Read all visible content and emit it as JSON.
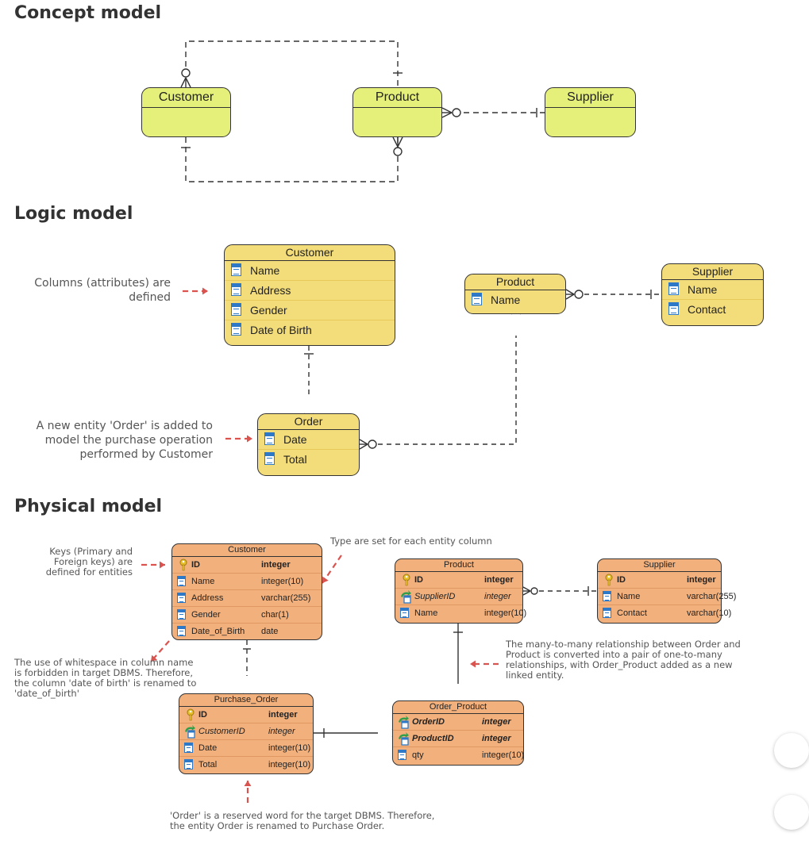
{
  "headings": {
    "concept": "Concept model",
    "logic": "Logic model",
    "physical": "Physical model"
  },
  "concept": {
    "customer": "Customer",
    "product": "Product",
    "supplier": "Supplier"
  },
  "logic": {
    "customer": {
      "title": "Customer",
      "columns": [
        "Name",
        "Address",
        "Gender",
        "Date of Birth"
      ]
    },
    "product": {
      "title": "Product",
      "columns": [
        "Name"
      ]
    },
    "supplier": {
      "title": "Supplier",
      "columns": [
        "Name",
        "Contact"
      ]
    },
    "order": {
      "title": "Order",
      "columns": [
        "Date",
        "Total"
      ]
    },
    "notes": {
      "columns_defined": [
        "Columns (attributes) are",
        "defined"
      ],
      "order_added": [
        "A new entity 'Order' is added to",
        "model the purchase operation",
        "performed by Customer"
      ]
    }
  },
  "physical": {
    "customer": {
      "title": "Customer",
      "columns": [
        {
          "name": "ID",
          "type": "integer",
          "kind": "pk"
        },
        {
          "name": "Name",
          "type": "integer(10)",
          "kind": "col"
        },
        {
          "name": "Address",
          "type": "varchar(255)",
          "kind": "col"
        },
        {
          "name": "Gender",
          "type": "char(1)",
          "kind": "col"
        },
        {
          "name": "Date_of_Birth",
          "type": "date",
          "kind": "col"
        }
      ]
    },
    "product": {
      "title": "Product",
      "columns": [
        {
          "name": "ID",
          "type": "integer",
          "kind": "pk"
        },
        {
          "name": "SupplierID",
          "type": "integer",
          "kind": "fk"
        },
        {
          "name": "Name",
          "type": "integer(10)",
          "kind": "col"
        }
      ]
    },
    "supplier": {
      "title": "Supplier",
      "columns": [
        {
          "name": "ID",
          "type": "integer",
          "kind": "pk"
        },
        {
          "name": "Name",
          "type": "varchar(255)",
          "kind": "col"
        },
        {
          "name": "Contact",
          "type": "varchar(10)",
          "kind": "col"
        }
      ]
    },
    "purchase_order": {
      "title": "Purchase_Order",
      "columns": [
        {
          "name": "ID",
          "type": "integer",
          "kind": "pk"
        },
        {
          "name": "CustomerID",
          "type": "integer",
          "kind": "fk"
        },
        {
          "name": "Date",
          "type": "integer(10)",
          "kind": "col"
        },
        {
          "name": "Total",
          "type": "integer(10)",
          "kind": "col"
        }
      ]
    },
    "order_product": {
      "title": "Order_Product",
      "columns": [
        {
          "name": "OrderID",
          "type": "integer",
          "kind": "pfk"
        },
        {
          "name": "ProductID",
          "type": "integer",
          "kind": "pfk"
        },
        {
          "name": "qty",
          "type": "integer(10)",
          "kind": "col"
        }
      ]
    },
    "notes": {
      "keys": [
        "Keys (Primary and",
        "Foreign keys) are",
        "defined for entities"
      ],
      "types": [
        "Type are set for each entity column"
      ],
      "whitespace": [
        "The use of whitespace in column name",
        "is forbidden in target DBMS. Therefore,",
        "the column 'date of birth' is renamed to",
        "'date_of_birth'"
      ],
      "many_to_many": [
        "The many-to-many relationship between Order and",
        "Product is converted into a pair of one-to-many",
        "relationships, with Order_Product added as a new",
        "linked entity."
      ],
      "reserved": [
        "'Order' is a reserved word for the target DBMS. Therefore,",
        "the entity Order is renamed to Purchase Order."
      ]
    }
  },
  "colors": {
    "concept_fill": "#e5f07a",
    "logic_fill": "#f3dc7a",
    "physical_fill": "#f2b07c",
    "column_icon": "#2d79c7",
    "key_icon": "#e8c02a",
    "fk_arrow": "#2e9e4a",
    "annotation_arrow": "#d9534f"
  },
  "icons": [
    "column-icon",
    "primary-key-icon",
    "foreign-key-icon",
    "annotation-arrow-icon"
  ]
}
